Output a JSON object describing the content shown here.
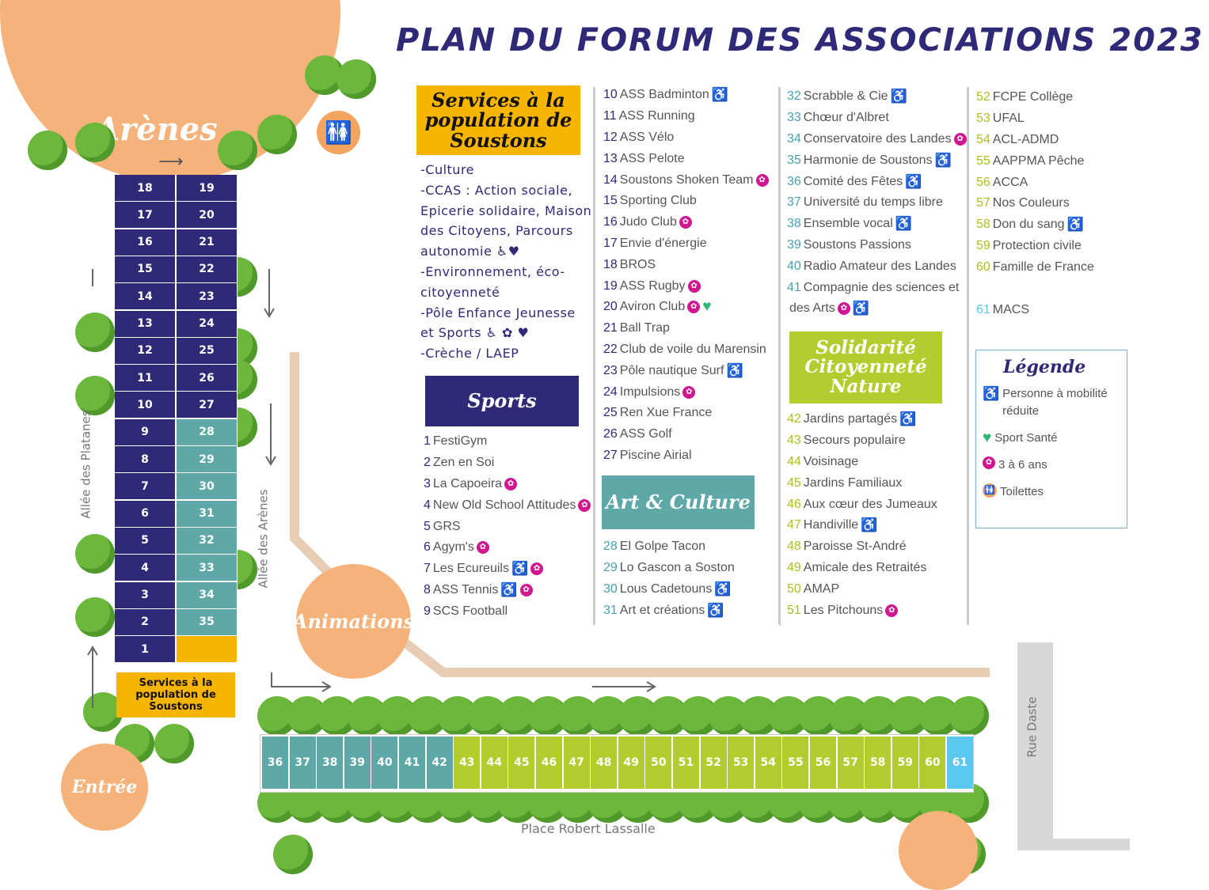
{
  "title": "PLAN DU FORUM DES ASSOCIATIONS 2023",
  "map": {
    "arenes": "Arènes",
    "animations": "Animations",
    "entree": "Entrée",
    "allee_platanes": "Allée des Platanes",
    "allee_arenes": "Allée des Arènes",
    "rue_daste": "Rue Daste",
    "place": "Place Robert Lassalle",
    "services_box": "Services à la population de Soustons"
  },
  "colors": {
    "navy": "#2e2a78",
    "teal": "#5fa8a8",
    "lime": "#b5cc2e",
    "yellow": "#f7b500",
    "blue": "#5bc8f0"
  },
  "left_stands": {
    "left": [
      "18",
      "17",
      "16",
      "15",
      "14",
      "13",
      "12",
      "11",
      "10",
      "9",
      "8",
      "7",
      "6",
      "5",
      "4",
      "3",
      "2",
      "1"
    ],
    "right": [
      "19",
      "20",
      "21",
      "22",
      "23",
      "24",
      "25",
      "26",
      "27",
      "28",
      "29",
      "30",
      "31",
      "32",
      "33",
      "34",
      "35",
      ""
    ]
  },
  "bottom_stands": [
    "36",
    "37",
    "38",
    "39",
    "40",
    "41",
    "42",
    "43",
    "44",
    "45",
    "46",
    "47",
    "48",
    "49",
    "50",
    "51",
    "52",
    "53",
    "54",
    "55",
    "56",
    "57",
    "58",
    "59",
    "60",
    "61"
  ],
  "services": {
    "header": "Services à la population de Soustons",
    "lines": [
      "-Culture",
      "-CCAS : Action sociale,",
      "Epicerie solidaire, Maison",
      "des Citoyens, Parcours",
      "autonomie ♿♥",
      "-Environnement, éco-",
      "citoyenneté",
      "-Pôle Enfance Jeunesse",
      "et Sports ♿ ✿ ♥",
      "-Crèche / LAEP"
    ]
  },
  "sports": {
    "header": "Sports",
    "items": [
      [
        "1",
        "FestiGym",
        ""
      ],
      [
        "2",
        "Zen en Soi",
        ""
      ],
      [
        "3",
        "La Capoeira",
        "s"
      ],
      [
        "4",
        "New Old School Attitudes",
        "s"
      ],
      [
        "5",
        "GRS",
        ""
      ],
      [
        "6",
        "Agym's",
        "s"
      ],
      [
        "7",
        "Les Ecureuils",
        "hs"
      ],
      [
        "8",
        "ASS Tennis",
        "hs"
      ],
      [
        "9",
        "SCS Football",
        ""
      ]
    ]
  },
  "sports2": {
    "items": [
      [
        "10",
        "ASS Badminton",
        "h"
      ],
      [
        "11",
        "ASS Running",
        ""
      ],
      [
        "12",
        "ASS Vélo",
        ""
      ],
      [
        "13",
        "ASS Pelote",
        ""
      ],
      [
        "14",
        "Soustons Shoken Team",
        "s"
      ],
      [
        "15",
        "Sporting Club",
        ""
      ],
      [
        "16",
        "Judo Club",
        "s"
      ],
      [
        "17",
        "Envie d'énergie",
        ""
      ],
      [
        "18",
        "BROS",
        ""
      ],
      [
        "19",
        "ASS Rugby",
        "s"
      ],
      [
        "20",
        "Aviron Club",
        "sc"
      ],
      [
        "21",
        "Ball Trap",
        ""
      ],
      [
        "22",
        "Club de voile du Marensin",
        ""
      ],
      [
        "23",
        "Pôle nautique Surf",
        "h"
      ],
      [
        "24",
        "Impulsions",
        "s"
      ],
      [
        "25",
        "Ren Xue France",
        ""
      ],
      [
        "26",
        "ASS Golf",
        ""
      ],
      [
        "27",
        "Piscine Airial",
        ""
      ]
    ]
  },
  "art": {
    "header": "Art & Culture",
    "items": [
      [
        "28",
        "El Golpe Tacon",
        ""
      ],
      [
        "29",
        "Lo Gascon a Soston",
        ""
      ],
      [
        "30",
        "Lous Cadetouns",
        "h"
      ],
      [
        "31",
        "Art et créations",
        "h"
      ],
      [
        "32",
        "Scrabble & Cie",
        "h"
      ],
      [
        "33",
        "Chœur d'Albret",
        ""
      ],
      [
        "34",
        "Conservatoire des Landes",
        "s"
      ],
      [
        "35",
        "Harmonie de Soustons",
        "h"
      ],
      [
        "36",
        "Comité des Fêtes",
        "h"
      ],
      [
        "37",
        "Université du temps libre",
        ""
      ],
      [
        "38",
        "Ensemble vocal",
        "h"
      ],
      [
        "39",
        "Soustons Passions",
        ""
      ],
      [
        "40",
        "Radio Amateur des Landes",
        ""
      ],
      [
        "41",
        "Compagnie des sciences et",
        ""
      ],
      [
        "",
        "des Arts",
        "sh"
      ]
    ]
  },
  "solidarite": {
    "header": "Solidarité Citoyenneté Nature",
    "items": [
      [
        "42",
        "Jardins partagés",
        "h"
      ],
      [
        "43",
        "Secours populaire",
        ""
      ],
      [
        "44",
        "Voisinage",
        ""
      ],
      [
        "45",
        "Jardins Familiaux",
        ""
      ],
      [
        "46",
        "Aux cœur des Jumeaux",
        ""
      ],
      [
        "47",
        "Handiville",
        "h"
      ],
      [
        "48",
        "Paroisse St-André",
        ""
      ],
      [
        "49",
        "Amicale des Retraités",
        ""
      ],
      [
        "50",
        "AMAP",
        ""
      ],
      [
        "51",
        "Les Pitchouns",
        "s"
      ],
      [
        "52",
        "FCPE Collège",
        ""
      ],
      [
        "53",
        "UFAL",
        ""
      ],
      [
        "54",
        "ACL-ADMD",
        ""
      ],
      [
        "55",
        "AAPPMA Pêche",
        ""
      ],
      [
        "56",
        "ACCA",
        ""
      ],
      [
        "57",
        "Nos Couleurs",
        ""
      ],
      [
        "58",
        "Don du sang",
        "h"
      ],
      [
        "59",
        "Protection civile",
        ""
      ],
      [
        "60",
        "Famille de France",
        ""
      ]
    ]
  },
  "other": {
    "items": [
      [
        "61",
        "MACS",
        ""
      ]
    ]
  },
  "legend": {
    "title": "Légende",
    "items": [
      [
        "h",
        "Personne à mobilité réduite"
      ],
      [
        "c",
        "Sport Santé"
      ],
      [
        "s",
        "3 à 6 ans"
      ],
      [
        "t",
        "Toilettes"
      ]
    ]
  }
}
